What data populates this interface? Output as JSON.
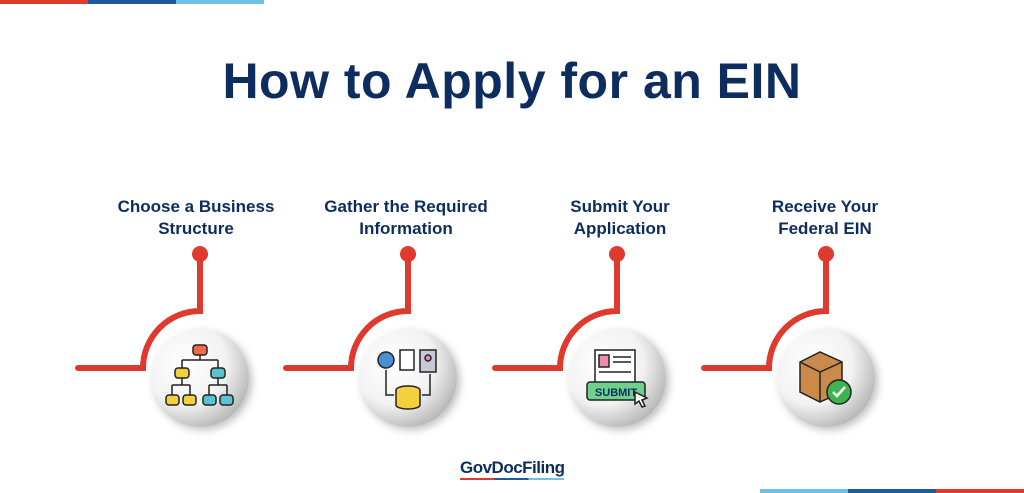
{
  "title": "How to Apply for an EIN",
  "steps": [
    {
      "line1": "Choose a Business",
      "line2": "Structure",
      "icon": "org-chart-icon"
    },
    {
      "line1": "Gather the Required",
      "line2": "Information",
      "icon": "documents-database-icon"
    },
    {
      "line1": "Submit Your",
      "line2": "Application",
      "icon": "submit-form-icon"
    },
    {
      "line1": "Receive Your",
      "line2": "Federal EIN",
      "icon": "package-check-icon"
    }
  ],
  "submit_text": "SUBMIT",
  "logo": "GovDocFiling",
  "colors": {
    "navy": "#0d2d5e",
    "red": "#e03a2f",
    "blue": "#1f5a9c",
    "light_blue": "#6ec1e4"
  }
}
